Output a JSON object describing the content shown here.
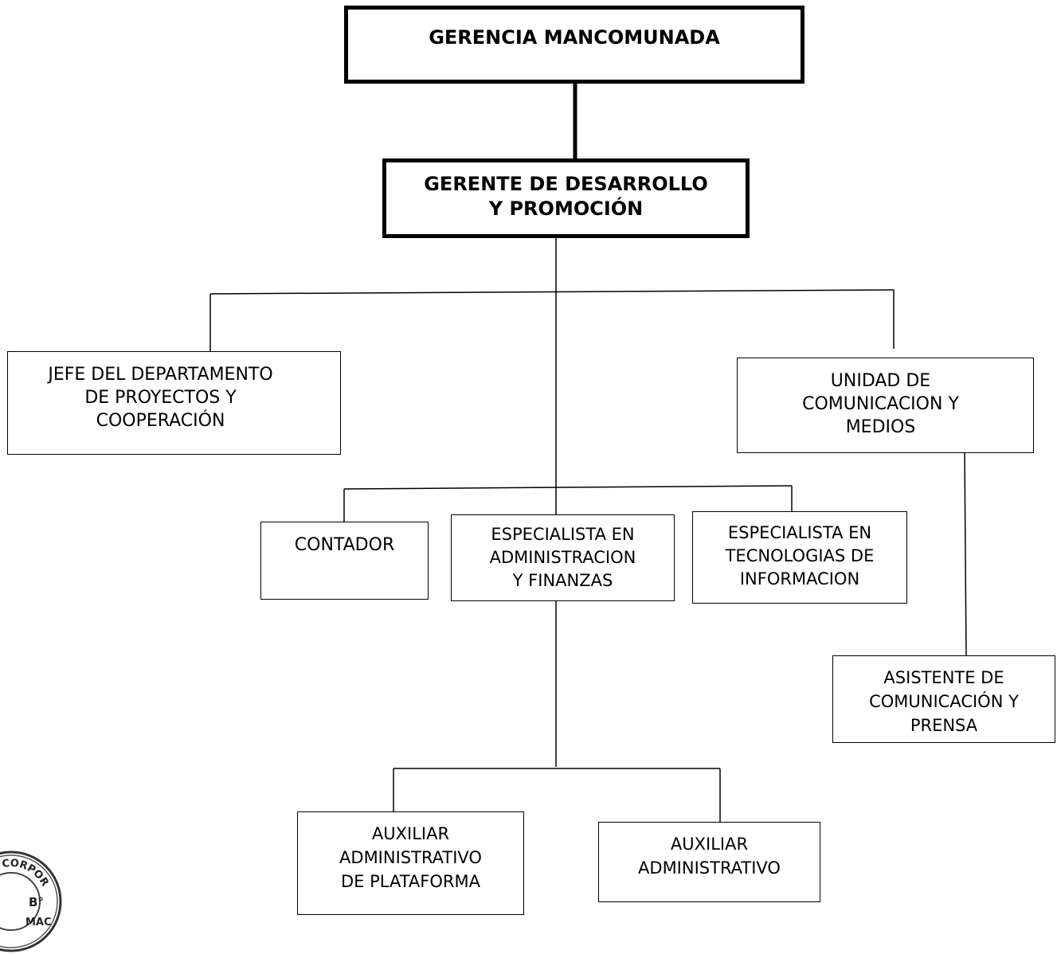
{
  "nodes": {
    "gerencia": [
      "GERENCIA MANCOMUNADA"
    ],
    "gerente": [
      "GERENTE DE DESARROLLO",
      "Y PROMOCIÓN"
    ],
    "jefe": [
      "JEFE DEL DEPARTAMENTO",
      "DE PROYECTOS Y",
      "COOPERACIÓN"
    ],
    "unidad": [
      "UNIDAD DE",
      "COMUNICACION Y",
      "MEDIOS"
    ],
    "contador": [
      "CONTADOR"
    ],
    "esp_admin": [
      "ESPECIALISTA EN",
      "ADMINISTRACION",
      "Y FINANZAS"
    ],
    "esp_ti": [
      "ESPECIALISTA EN",
      "TECNOLOGIAS DE",
      "INFORMACION"
    ],
    "asistente": [
      "ASISTENTE DE",
      "COMUNICACIÓN Y",
      "PRENSA"
    ],
    "aux_plataforma": [
      "AUXILIAR",
      "ADMINISTRATIVO",
      "DE PLATAFORMA"
    ],
    "aux_admin": [
      "AUXILIAR",
      "ADMINISTRATIVO"
    ]
  },
  "seal": {
    "text_top": "CIOS CORPOR",
    "text_center": "B°",
    "text_bottom": "MAC"
  }
}
